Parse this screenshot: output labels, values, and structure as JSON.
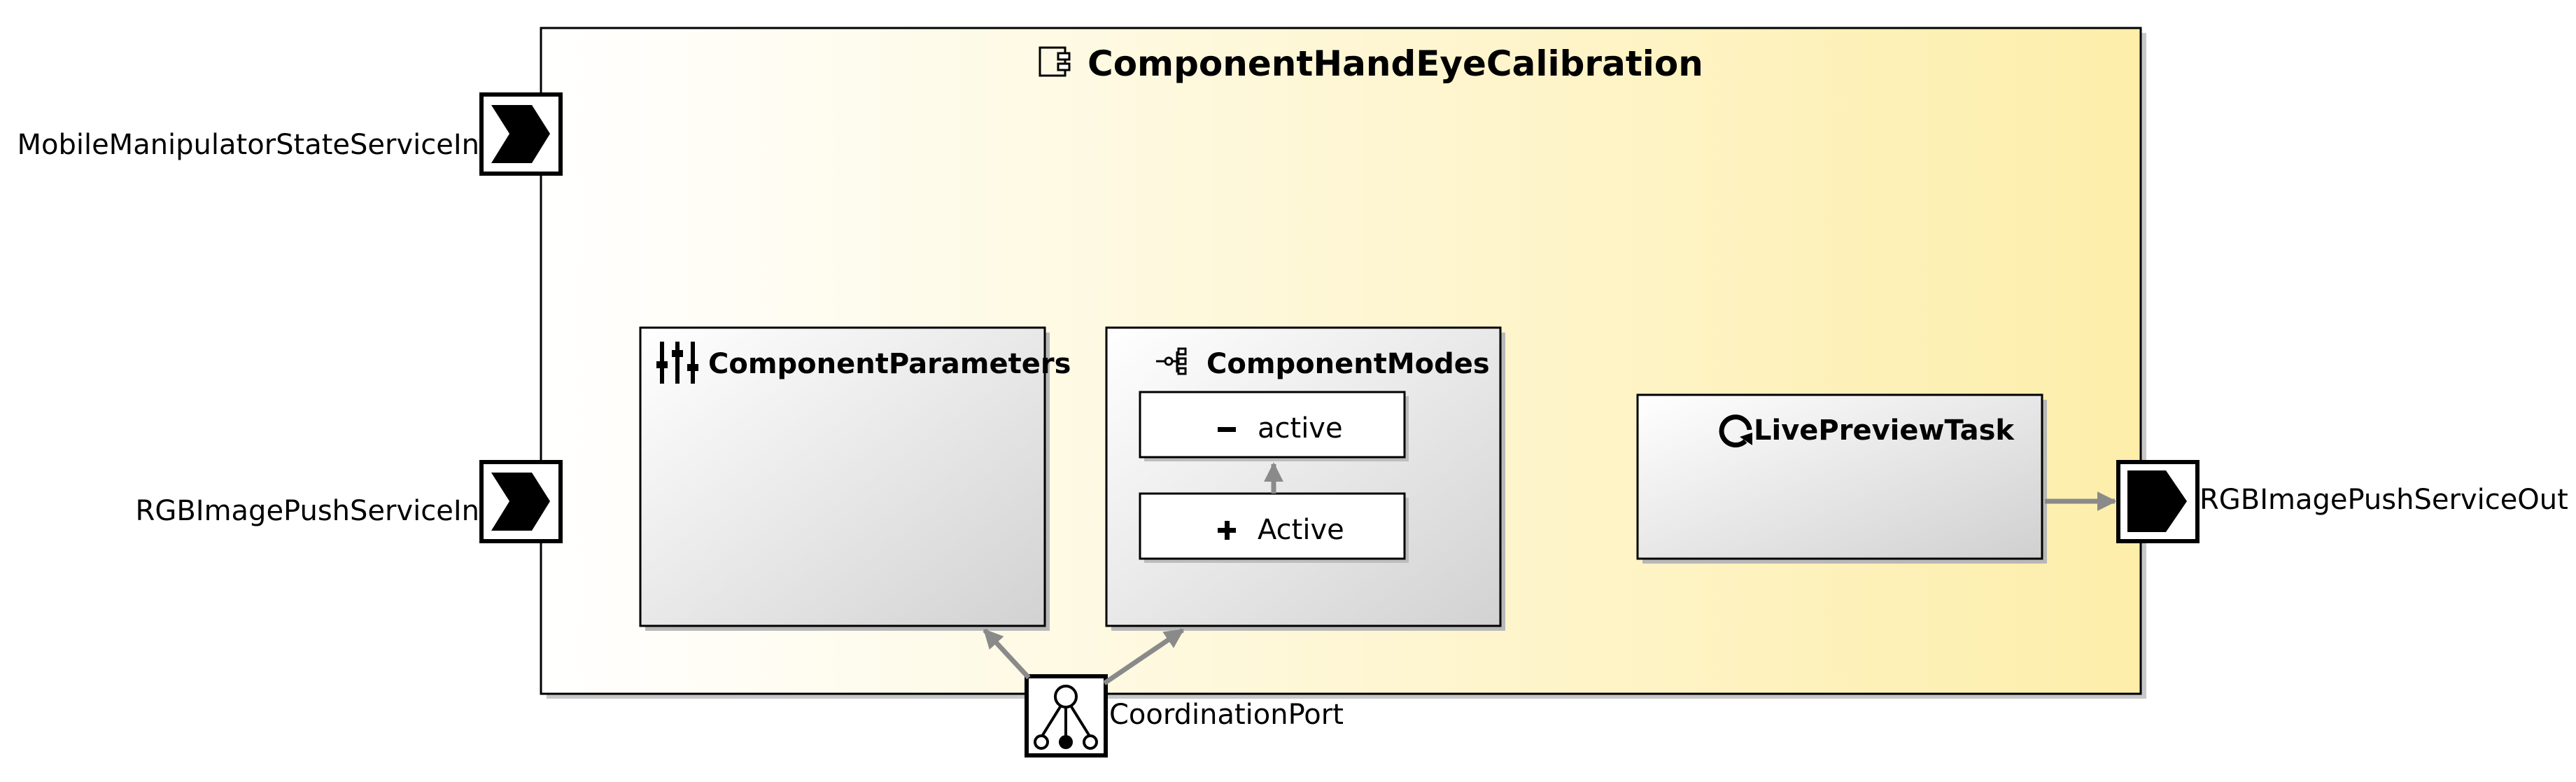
{
  "component": {
    "title": "ComponentHandEyeCalibration",
    "icon": "component-icon"
  },
  "ports": {
    "input_state": {
      "label": "MobileManipulatorStateServiceIn",
      "icon": "input-port-icon"
    },
    "input_image": {
      "label": "RGBImagePushServiceIn",
      "icon": "input-port-icon"
    },
    "output_image": {
      "label": "RGBImagePushServiceOut",
      "icon": "output-port-icon"
    },
    "coordination": {
      "label": "CoordinationPort",
      "icon": "coordination-port-icon"
    }
  },
  "blocks": {
    "parameters": {
      "title": "ComponentParameters",
      "icon": "sliders-icon"
    },
    "modes": {
      "title": "ComponentModes",
      "icon": "mode-tree-icon",
      "items": [
        {
          "label": "active",
          "icon": "minus-icon"
        },
        {
          "label": "Active",
          "icon": "plus-icon"
        }
      ]
    },
    "task": {
      "title": "LivePreviewTask",
      "icon": "task-loop-icon"
    }
  },
  "colors": {
    "gradient_start": "#ffffff",
    "gradient_end": "#fdeeaa",
    "block_gradient_end": "#d4d4d4",
    "connector": "#8a8a8a",
    "border": "#000000"
  }
}
